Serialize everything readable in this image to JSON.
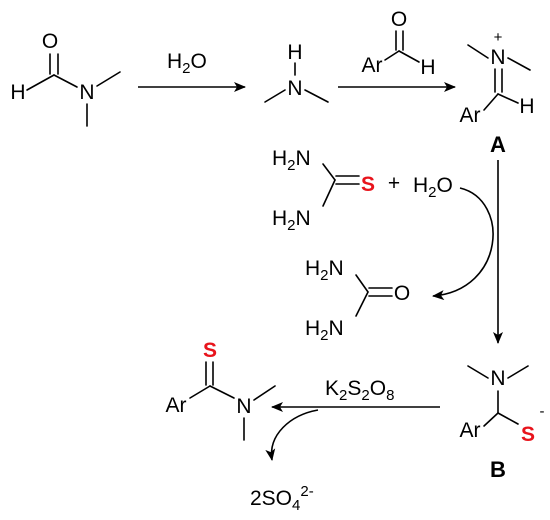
{
  "colors": {
    "sulfur": "#e8141c",
    "ink": "#000000",
    "background": "#ffffff"
  },
  "atoms": {
    "O": "O",
    "H": "H",
    "N": "N",
    "S": "S",
    "Ar": "Ar",
    "plus": "+",
    "minus": "-"
  },
  "reagents": {
    "water": "H",
    "water_sub": "2",
    "water_O": "O",
    "NH2_H": "H",
    "NH2_sub": "2",
    "NH2_N": "N",
    "plus_sign": "+",
    "persulfate_K": "K",
    "persulfate_K_sub": "2",
    "persulfate_S": "S",
    "persulfate_S_sub": "2",
    "persulfate_O": "O",
    "persulfate_O_sub": "8",
    "sulfate_prefix": "2SO",
    "sulfate_sub": "4",
    "sulfate_charge": "2-"
  },
  "intermediates": {
    "A": "A",
    "B": "B"
  }
}
